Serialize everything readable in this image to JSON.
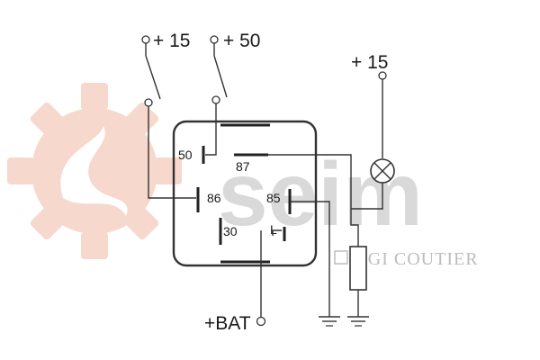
{
  "labels": {
    "plus15_left": "+ 15",
    "plus50": "+ 50",
    "plus15_right": "+ 15",
    "bat": "+BAT",
    "pin50": "50",
    "pin87": "87",
    "pin86": "86",
    "pin85": "85",
    "pin30": "30",
    "pinL": "L"
  },
  "brand": {
    "name": "seim",
    "tagline": "MGI COUTIER"
  },
  "colors": {
    "logo_gear": "#f6d8cc",
    "wordmark": "#d9d9d9",
    "line": "#333333"
  }
}
